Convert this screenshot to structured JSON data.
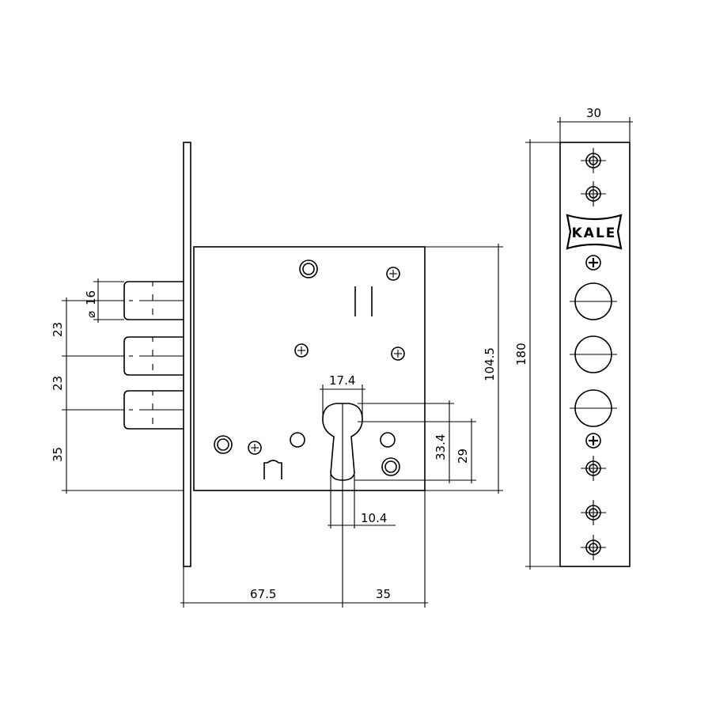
{
  "dimensions": {
    "bolt_diameter": "16",
    "bolt_spacing_1": "23",
    "bolt_spacing_2": "23",
    "bolt_bottom_offset": "35",
    "cylinder_width": "17.4",
    "cylinder_height": "33.4",
    "cylinder_lower": "29",
    "cylinder_slot": "10.4",
    "case_height": "104.5",
    "backset": "67.5",
    "cylinder_to_edge": "35",
    "strike_width": "30",
    "strike_height": "180"
  },
  "symbols": {
    "diameter": "⌀"
  },
  "logo": {
    "brand": "KALE"
  }
}
